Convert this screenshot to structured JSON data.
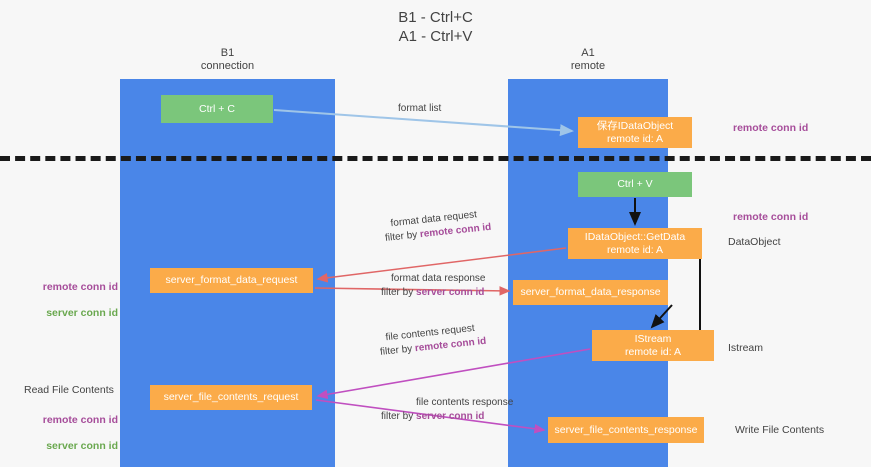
{
  "diagram": {
    "title": "B1 - Ctrl+C\nA1 - Ctrl+V",
    "lanes": [
      {
        "id": "b1",
        "heading": "B1\nconnection"
      },
      {
        "id": "a1",
        "heading": "A1\nremote"
      }
    ],
    "nodes": {
      "ctrl_c": "Ctrl + C",
      "idataobject": "保存IDataObject\nremote id: A",
      "ctrl_v": "Ctrl + V",
      "getdata": "IDataObject::GetData\nremote id: A",
      "server_format_data_request": "server_format_data_request",
      "server_format_data_response": "server_format_data_response",
      "istream": "IStream\nremote id: A",
      "server_file_contents_request": "server_file_contents_request",
      "server_file_contents_response": "server_file_contents_response"
    },
    "annotations": {
      "remote_conn_id_top": "remote conn id",
      "remote_conn_id_mid": "remote conn id",
      "dataobject": "DataObject",
      "istream": "Istream",
      "write_file_contents": "Write File Contents",
      "read_file_contents": "Read File Contents",
      "left_remote_conn_id_1": "remote conn id",
      "left_server_conn_id_1": "server conn id",
      "left_remote_conn_id_2": "remote conn id",
      "left_server_conn_id_2": "server conn id"
    },
    "edge_labels": {
      "format_list": "format list",
      "format_data_request": "format data request",
      "format_data_request_filter_prefix": "filter by ",
      "format_data_request_filter_key": "remote conn id",
      "format_data_response": "format data response",
      "format_data_response_filter_prefix": "filter by ",
      "format_data_response_filter_key": "server conn id",
      "file_contents_request": "file contents request",
      "file_contents_request_filter_prefix": "filter by ",
      "file_contents_request_filter_key": "remote conn id",
      "file_contents_response": "file contents response",
      "file_contents_response_filter_prefix": "filter by ",
      "file_contents_response_filter_key": "server conn id"
    },
    "colors": {
      "lane": "#4a86e8",
      "green_node": "#7bc67b",
      "orange_node": "#fbab49",
      "purple": "#a64d9a",
      "green_text": "#6aa84f",
      "red_arrow": "#e06666",
      "magenta_arrow": "#c04fc0",
      "blue_arrow": "#9fc5e8",
      "black_arrow": "#000000",
      "background": "#f7f7f7"
    }
  }
}
